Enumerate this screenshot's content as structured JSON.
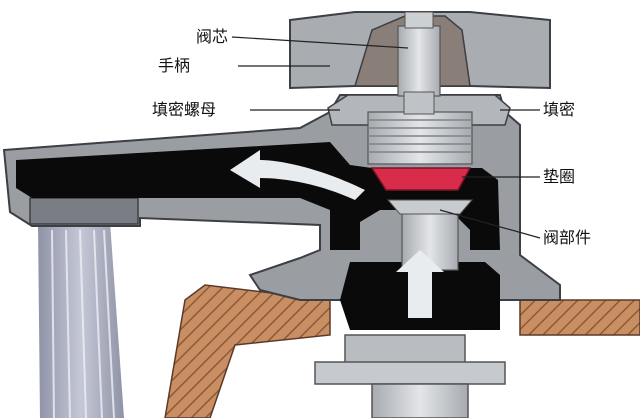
{
  "labels": {
    "valve_core": "阀芯",
    "handle": "手柄",
    "packing_nut": "填密螺母",
    "packing": "填密",
    "washer": "垫圈",
    "valve_seat_part": "阀部件"
  },
  "colors": {
    "body_gray": "#9a9ea3",
    "body_light": "#c8ccd0",
    "cavity_black": "#0a0a0a",
    "washer_red": "#d82c4a",
    "water": "#a9adbe",
    "wood": "#c98f62",
    "arrow_white": "#e9ecef"
  }
}
